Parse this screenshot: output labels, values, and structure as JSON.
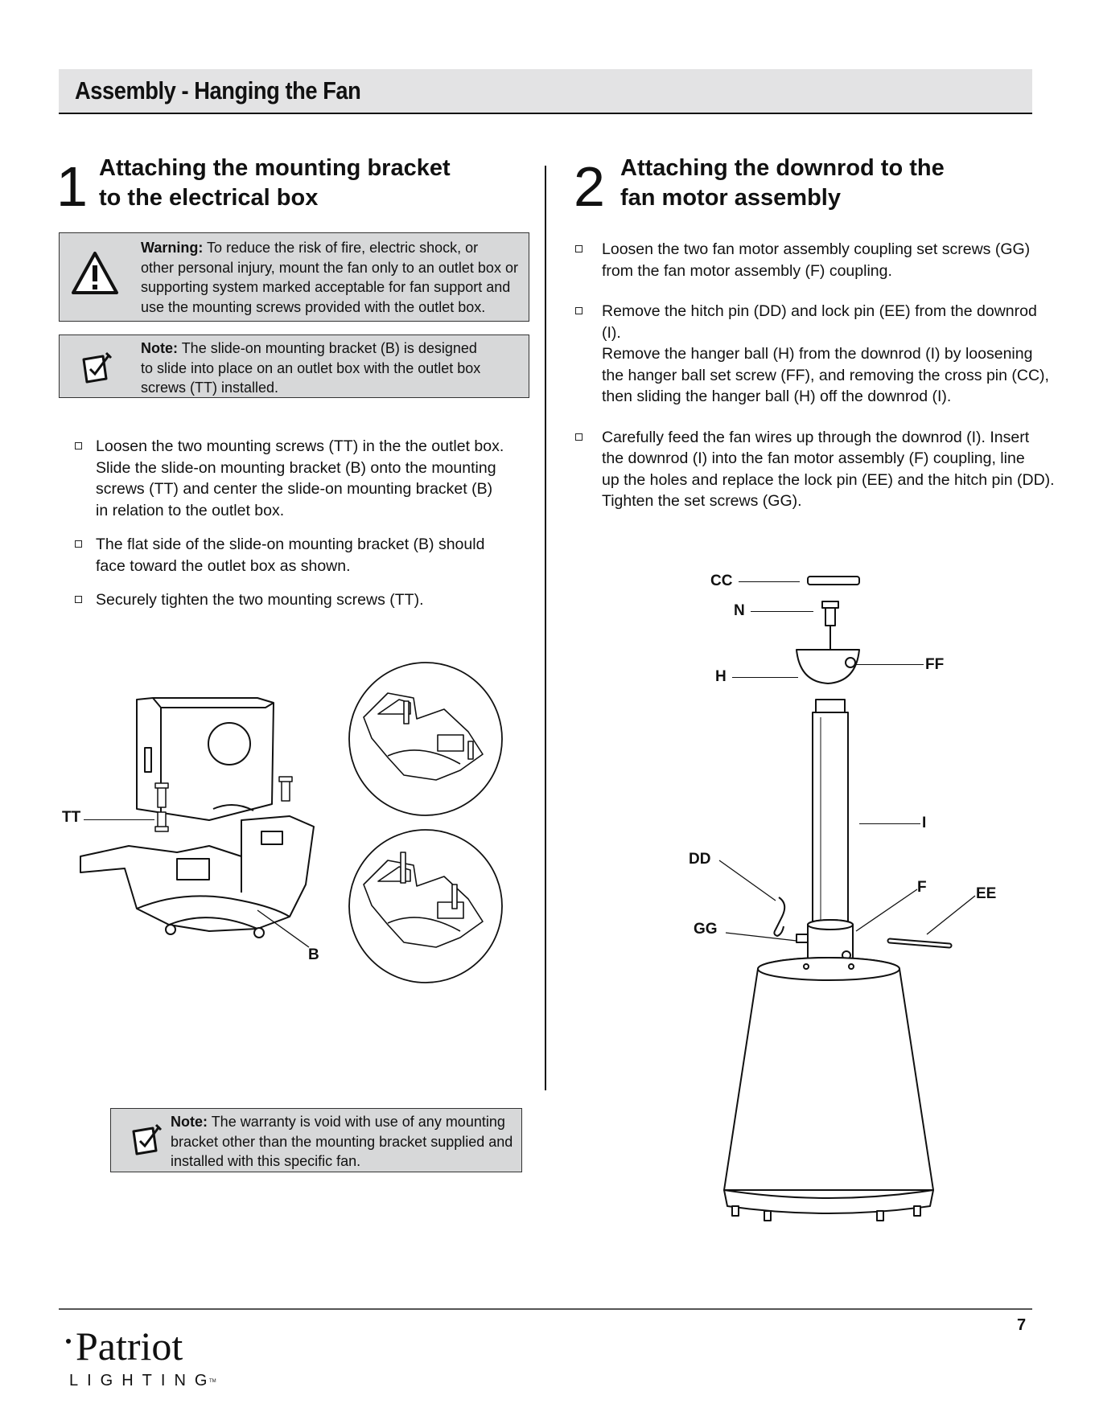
{
  "page": {
    "title": "Assembly - Hanging the Fan",
    "page_number": "7"
  },
  "step1": {
    "number": "1",
    "title_line1": "Attaching the mounting bracket",
    "title_line2": "to the electrical box",
    "warning": {
      "lead": "Warning:",
      "line1": "To reduce the risk of fire, electric shock, or",
      "line2": "other personal injury, mount the fan only to an outlet box or",
      "line3": "supporting system marked acceptable for fan support and",
      "line4": "use the mounting screws provided with the outlet box."
    },
    "note": {
      "lead": "Note:",
      "line1": "The slide-on mounting bracket (B) is designed",
      "line2": "to slide into place on an outlet box with the outlet box",
      "line3": "screws (TT) installed."
    },
    "bullets": [
      {
        "line1": "Loosen the two mounting screws (TT) in the the outlet box.",
        "line2": "Slide the slide-on mounting bracket (B) onto the mounting",
        "line3": "screws (TT) and center the slide-on mounting bracket (B)",
        "line4": "in relation to the outlet box."
      },
      {
        "line1": "The flat side of the slide-on mounting bracket (B) should",
        "line2": "face toward the outlet box as shown."
      },
      {
        "line1": "Securely tighten the two mounting screws (TT)."
      }
    ],
    "figure_labels": {
      "tt": "TT",
      "b": "B"
    },
    "warranty_note": {
      "lead": "Note:",
      "line1": "The warranty is void with use of any mounting",
      "line2": "bracket other than the mounting bracket supplied and",
      "line3": "installed with this specific fan."
    }
  },
  "step2": {
    "number": "2",
    "title_line1": "Attaching the downrod to the",
    "title_line2": "fan motor assembly",
    "bullets": [
      {
        "line1": "Loosen the two fan motor assembly coupling set screws (GG)",
        "line2": "from the fan motor assembly (F) coupling."
      },
      {
        "line1": "Remove the hitch pin (DD) and lock pin (EE) from the downrod (I).",
        "line2": "Remove the hanger ball (H) from the downrod (I) by loosening",
        "line3": "the hanger ball set screw (FF), and removing the cross pin (CC),",
        "line4": "then sliding the hanger ball (H) off the downrod (I)."
      },
      {
        "line1": "Carefully feed the fan wires up through the downrod (I). Insert",
        "line2": "the downrod (I) into the fan motor assembly (F) coupling, line",
        "line3": "up the holes and replace the lock pin (EE) and the hitch pin (DD).",
        "line4": "Tighten the set screws (GG)."
      }
    ],
    "figure_labels": {
      "cc": "CC",
      "n": "N",
      "h": "H",
      "ff": "FF",
      "i": "I",
      "dd": "DD",
      "f": "F",
      "ee": "EE",
      "gg": "GG"
    }
  },
  "brand": {
    "name": "Patriot",
    "sub": "LIGHTING",
    "tm": "TM"
  }
}
